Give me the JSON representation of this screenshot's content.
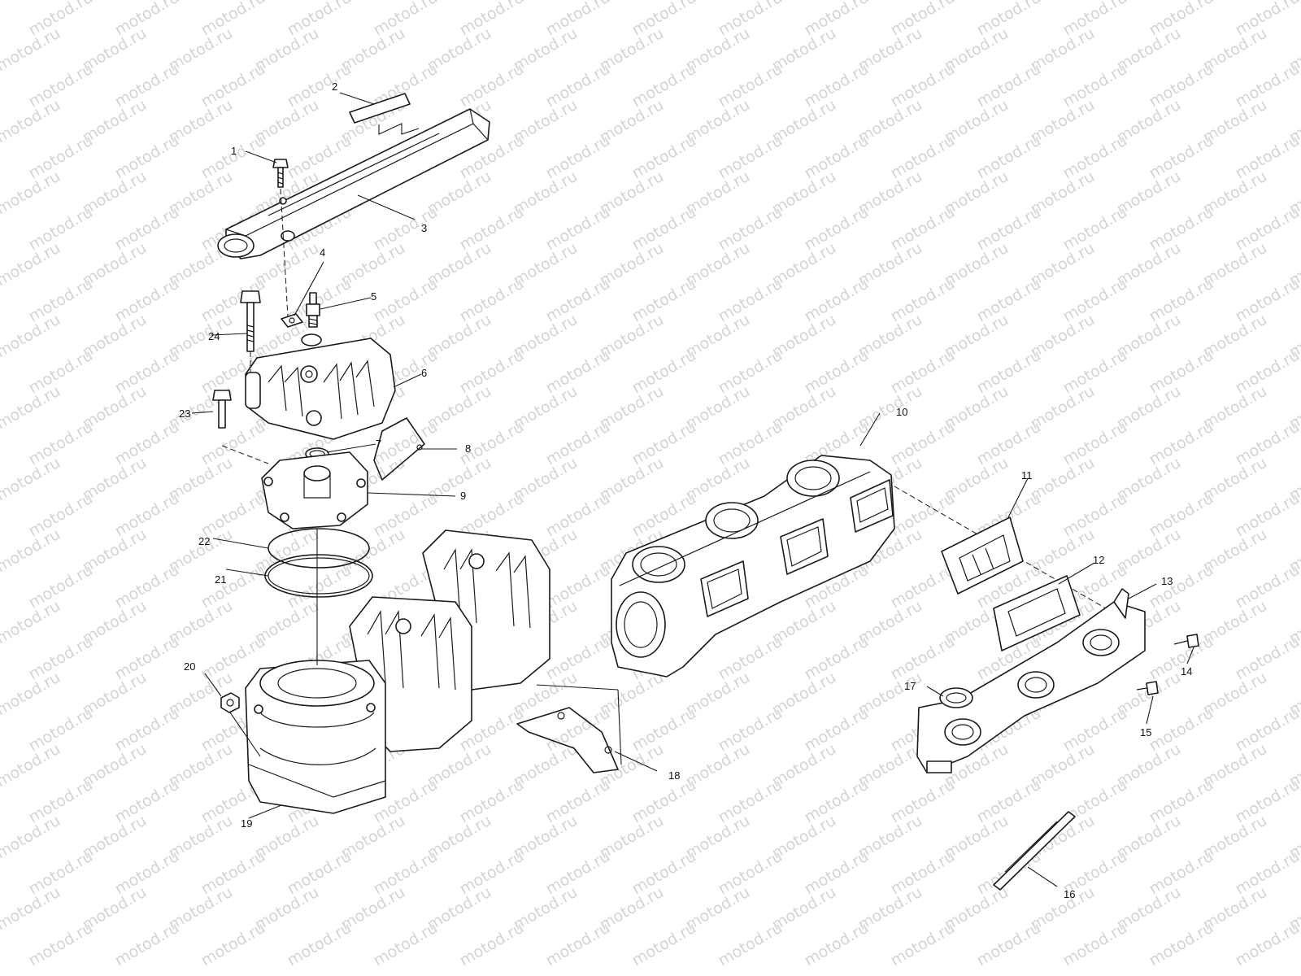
{
  "watermark": "motod.ru",
  "callouts": [
    {
      "id": "1",
      "label": "1"
    },
    {
      "id": "2",
      "label": "2"
    },
    {
      "id": "3",
      "label": "3"
    },
    {
      "id": "4",
      "label": "4"
    },
    {
      "id": "5",
      "label": "5"
    },
    {
      "id": "6",
      "label": "6"
    },
    {
      "id": "7",
      "label": "7"
    },
    {
      "id": "8",
      "label": "8"
    },
    {
      "id": "9",
      "label": "9"
    },
    {
      "id": "10",
      "label": "10"
    },
    {
      "id": "11",
      "label": "11"
    },
    {
      "id": "12",
      "label": "12"
    },
    {
      "id": "13",
      "label": "13"
    },
    {
      "id": "14",
      "label": "14"
    },
    {
      "id": "15",
      "label": "15"
    },
    {
      "id": "16",
      "label": "16"
    },
    {
      "id": "17",
      "label": "17"
    },
    {
      "id": "18",
      "label": "18"
    },
    {
      "id": "19",
      "label": "19"
    },
    {
      "id": "20",
      "label": "20"
    },
    {
      "id": "21",
      "label": "21"
    },
    {
      "id": "22",
      "label": "22"
    },
    {
      "id": "23",
      "label": "23"
    },
    {
      "id": "24",
      "label": "24"
    }
  ],
  "colors": {
    "line": "#1a1a1a",
    "background": "#ffffff",
    "watermark": "#d4d4d4"
  }
}
